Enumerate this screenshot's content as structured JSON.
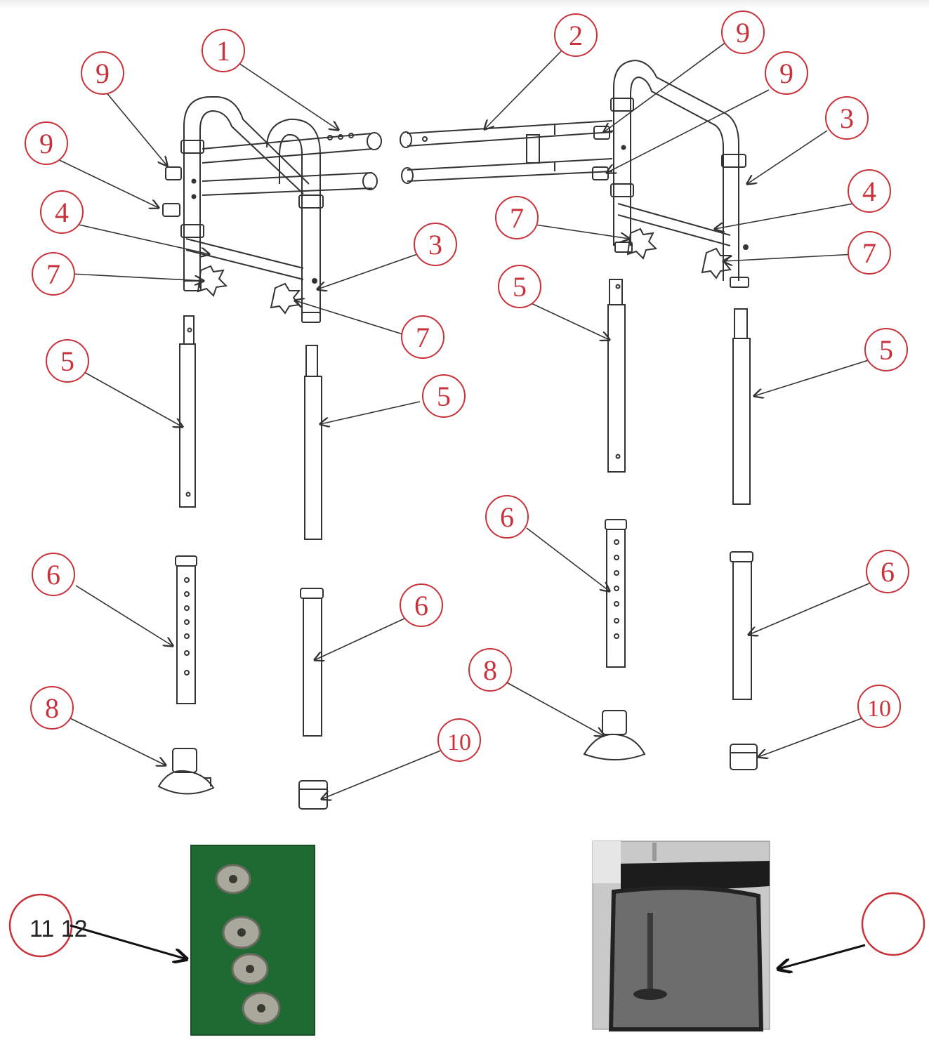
{
  "callouts": [
    {
      "id": "c1",
      "text": "1"
    },
    {
      "id": "c2",
      "text": "2"
    },
    {
      "id": "c9a",
      "text": "9"
    },
    {
      "id": "c9b",
      "text": "9"
    },
    {
      "id": "c9c",
      "text": "9"
    },
    {
      "id": "c9d",
      "text": "9"
    },
    {
      "id": "c3a",
      "text": "3"
    },
    {
      "id": "c3b",
      "text": "3"
    },
    {
      "id": "c4a",
      "text": "4"
    },
    {
      "id": "c4b",
      "text": "4"
    },
    {
      "id": "c7a",
      "text": "7"
    },
    {
      "id": "c7b",
      "text": "7"
    },
    {
      "id": "c7c",
      "text": "7"
    },
    {
      "id": "c7d",
      "text": "7"
    },
    {
      "id": "c5a",
      "text": "5"
    },
    {
      "id": "c5b",
      "text": "5"
    },
    {
      "id": "c5c",
      "text": "5"
    },
    {
      "id": "c5d",
      "text": "5"
    },
    {
      "id": "c6a",
      "text": "6"
    },
    {
      "id": "c6b",
      "text": "6"
    },
    {
      "id": "c6c",
      "text": "6"
    },
    {
      "id": "c6d",
      "text": "6"
    },
    {
      "id": "c8a",
      "text": "8"
    },
    {
      "id": "c8b",
      "text": "8"
    },
    {
      "id": "c10a",
      "text": "10"
    },
    {
      "id": "c10b",
      "text": "10"
    }
  ],
  "bottom_labels": {
    "left_circle_text": "11 12",
    "right_circle_text": ""
  },
  "colors": {
    "callout": "#c8323a",
    "line": "#333333",
    "photo_green": "#1f6a32",
    "photo_gray": "#9a9a9a"
  }
}
